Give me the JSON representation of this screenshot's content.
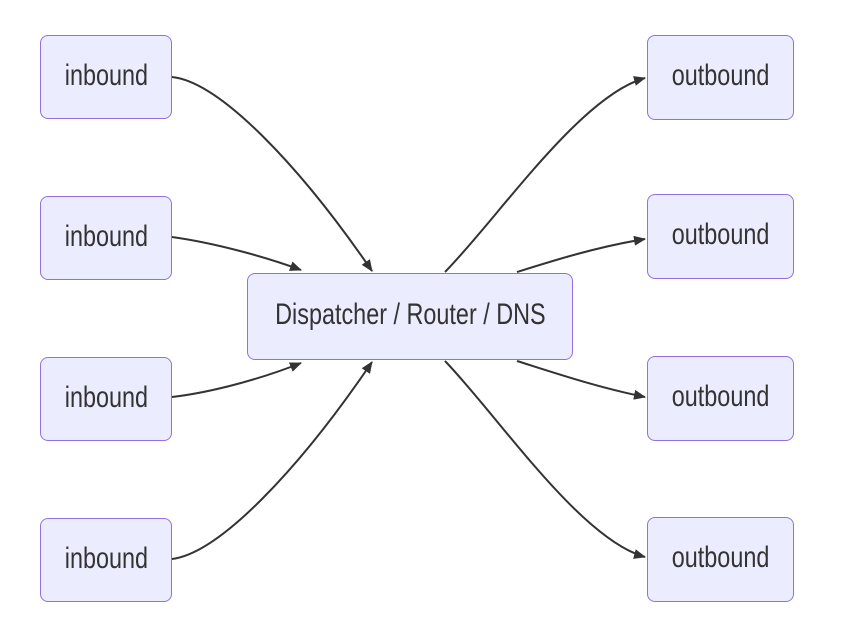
{
  "diagram": {
    "type": "flowchart",
    "direction": "left-to-right",
    "background_color": "#FFFFFF",
    "node_style": {
      "fill": "#ECECFF",
      "border_color": "#9370DB",
      "text_color": "#333333"
    },
    "edge_style": {
      "color": "#333333",
      "arrowhead": "filled-triangle"
    },
    "nodes": {
      "inbound": [
        {
          "id": "in1",
          "label": "inbound"
        },
        {
          "id": "in2",
          "label": "inbound"
        },
        {
          "id": "in3",
          "label": "inbound"
        },
        {
          "id": "in4",
          "label": "inbound"
        }
      ],
      "dispatcher": {
        "id": "dispatcher",
        "label": "Dispatcher / Router / DNS"
      },
      "outbound": [
        {
          "id": "out1",
          "label": "outbound"
        },
        {
          "id": "out2",
          "label": "outbound"
        },
        {
          "id": "out3",
          "label": "outbound"
        },
        {
          "id": "out4",
          "label": "outbound"
        }
      ]
    },
    "edges": [
      {
        "from": "in1",
        "to": "dispatcher"
      },
      {
        "from": "in2",
        "to": "dispatcher"
      },
      {
        "from": "in3",
        "to": "dispatcher"
      },
      {
        "from": "in4",
        "to": "dispatcher"
      },
      {
        "from": "dispatcher",
        "to": "out1"
      },
      {
        "from": "dispatcher",
        "to": "out2"
      },
      {
        "from": "dispatcher",
        "to": "out3"
      },
      {
        "from": "dispatcher",
        "to": "out4"
      }
    ]
  }
}
